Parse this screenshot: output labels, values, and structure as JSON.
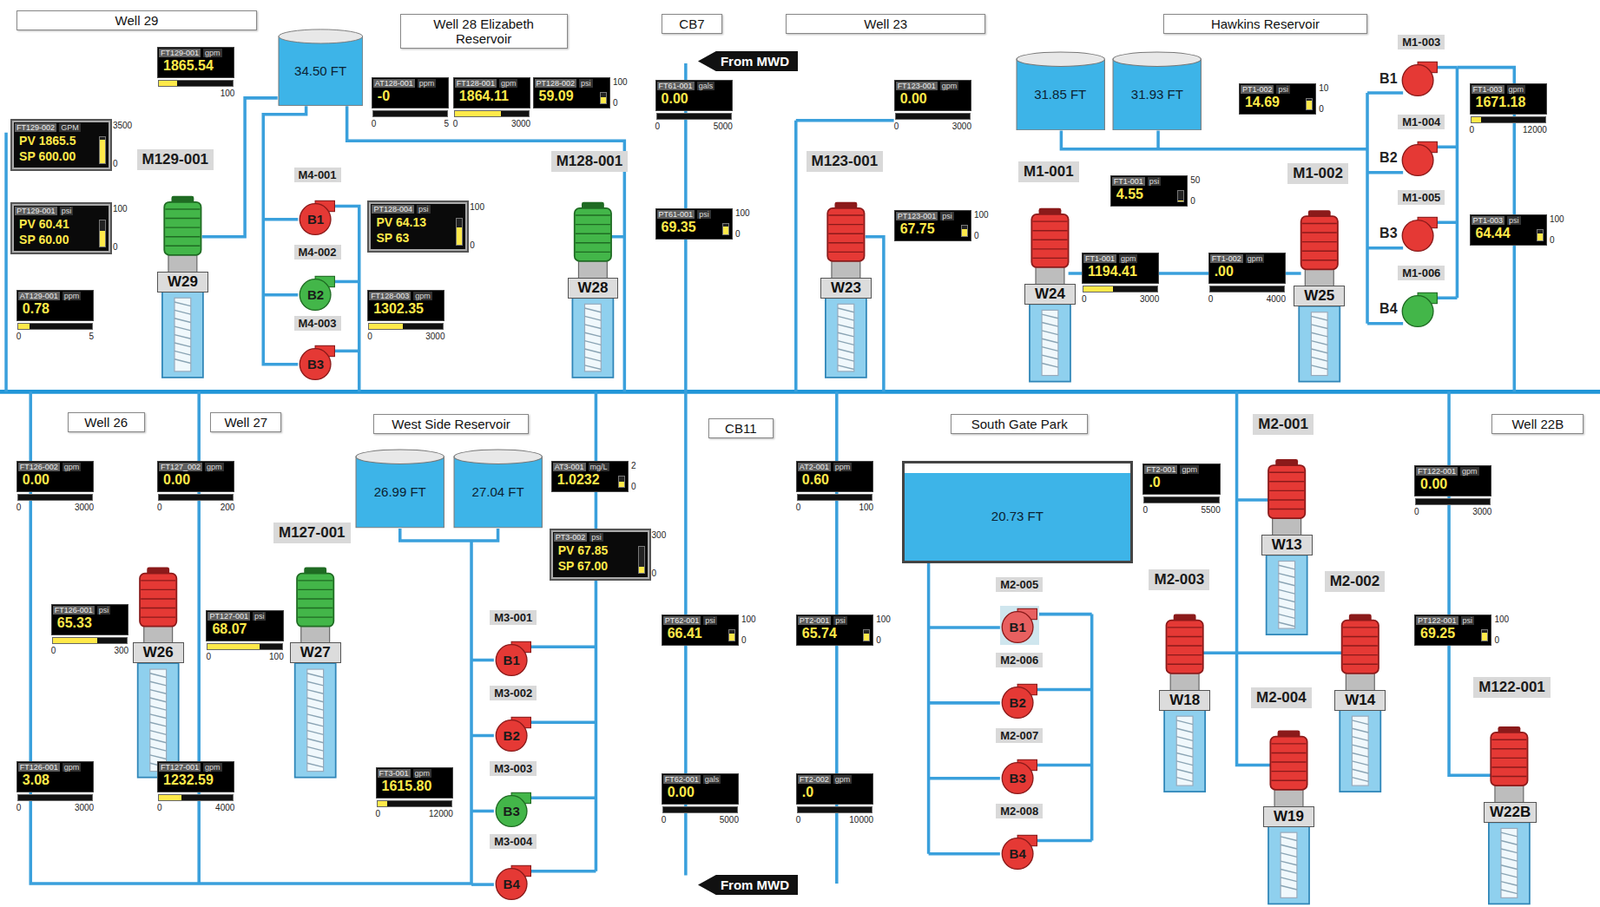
{
  "diagram": {
    "nodes": [
      {
        "text": [
          "Well 29"
        ]
      },
      {
        "text": [
          "Well 28 Elizabeth Reservoir"
        ]
      },
      {
        "text": [
          "CB7"
        ]
      },
      {
        "text": [
          "Well 23"
        ]
      },
      {
        "text": [
          "Hawkins Reservoir"
        ]
      },
      {
        "text": [
          "From MWD"
        ]
      },
      {
        "text": [
          "34.50 FT"
        ]
      },
      {
        "text": [
          "31.85 FT"
        ]
      },
      {
        "text": [
          "31.93 FT"
        ]
      },
      {
        "text": [
          "FT129-001",
          "gpm",
          "1865.54"
        ]
      },
      {
        "text": [
          "FT129-002",
          "GPM",
          "PV 1865.5",
          "SP 600.00"
        ]
      },
      {
        "text": [
          "PT129-001",
          "psi",
          "PV 60.41",
          "SP 60.00"
        ]
      },
      {
        "text": [
          "AT129-001",
          "ppm",
          "0.78"
        ]
      },
      {
        "text": [
          "M129-001"
        ]
      },
      {
        "text": [
          "W29"
        ]
      },
      {
        "text": [
          "AT128-001",
          "ppm",
          "-0"
        ]
      },
      {
        "text": [
          "FT128-001",
          "gpm",
          "1864.11"
        ]
      },
      {
        "text": [
          "PT128-002",
          "psi",
          "59.09"
        ]
      },
      {
        "text": [
          "M4-001"
        ]
      },
      {
        "text": [
          "B1"
        ]
      },
      {
        "text": [
          "M4-002"
        ]
      },
      {
        "text": [
          "B2"
        ]
      },
      {
        "text": [
          "M4-003"
        ]
      },
      {
        "text": [
          "B3"
        ]
      },
      {
        "text": [
          "PT128-004",
          "psi",
          "PV 64.13",
          "SP 63"
        ]
      },
      {
        "text": [
          "FT128-003",
          "gpm",
          "1302.35"
        ]
      },
      {
        "text": [
          "M128-001"
        ]
      },
      {
        "text": [
          "W28"
        ]
      },
      {
        "text": [
          "FT61-001",
          "gals",
          "0.00"
        ]
      },
      {
        "text": [
          "PT61-001",
          "psi",
          "69.35"
        ]
      },
      {
        "text": [
          "FT123-001",
          "gpm",
          "0.00"
        ]
      },
      {
        "text": [
          "M123-001"
        ]
      },
      {
        "text": [
          "W23"
        ]
      },
      {
        "text": [
          "PT123-001",
          "psi",
          "67.75"
        ]
      },
      {
        "text": [
          "M1-001"
        ]
      },
      {
        "text": [
          "W24"
        ]
      },
      {
        "text": [
          "FT1-001",
          "psi",
          "4.55"
        ]
      },
      {
        "text": [
          "FT1-001",
          "gpm",
          "1194.41"
        ]
      },
      {
        "text": [
          "FT1-002",
          "gpm",
          ".00"
        ]
      },
      {
        "text": [
          "PT1-002",
          "psi",
          "14.69"
        ]
      },
      {
        "text": [
          "M1-002"
        ]
      },
      {
        "text": [
          "W25"
        ]
      },
      {
        "text": [
          "M1-003"
        ]
      },
      {
        "text": [
          "B1"
        ]
      },
      {
        "text": [
          "M1-004"
        ]
      },
      {
        "text": [
          "B2"
        ]
      },
      {
        "text": [
          "M1-005"
        ]
      },
      {
        "text": [
          "B3"
        ]
      },
      {
        "text": [
          "M1-006"
        ]
      },
      {
        "text": [
          "B4"
        ]
      },
      {
        "text": [
          "FT1-003",
          "gpm",
          "1671.18"
        ]
      },
      {
        "text": [
          "PT1-003",
          "psi",
          "64.44"
        ]
      },
      {
        "text": [
          "Well 26"
        ]
      },
      {
        "text": [
          "Well 27"
        ]
      },
      {
        "text": [
          "West Side Reservoir"
        ]
      },
      {
        "text": [
          "CB11"
        ]
      },
      {
        "text": [
          "South Gate Park"
        ]
      },
      {
        "text": [
          "Well 22B"
        ]
      },
      {
        "text": [
          "26.99 FT"
        ]
      },
      {
        "text": [
          "27.04 FT"
        ]
      },
      {
        "text": [
          "20.73 FT"
        ]
      },
      {
        "text": [
          "FT126-002",
          "gpm",
          "0.00"
        ]
      },
      {
        "text": [
          "FT127_002",
          "gpm",
          "0.00"
        ]
      },
      {
        "text": [
          "M127-001"
        ]
      },
      {
        "text": [
          "FT126-001",
          "psi",
          "65.33"
        ]
      },
      {
        "text": [
          "W26"
        ]
      },
      {
        "text": [
          "PT127-001",
          "psi",
          "68.07"
        ]
      },
      {
        "text": [
          "W27"
        ]
      },
      {
        "text": [
          "FT126-001",
          "gpm",
          "3.08"
        ]
      },
      {
        "text": [
          "FT127-001",
          "gpm",
          "1232.59"
        ]
      },
      {
        "text": [
          "AT3-001",
          "mg/L",
          "1.0232"
        ]
      },
      {
        "text": [
          "PT3-002",
          "psi",
          "PV 67.85",
          "SP 67.00"
        ]
      },
      {
        "text": [
          "M3-001"
        ]
      },
      {
        "text": [
          "B1"
        ]
      },
      {
        "text": [
          "M3-002"
        ]
      },
      {
        "text": [
          "B2"
        ]
      },
      {
        "text": [
          "M3-003"
        ]
      },
      {
        "text": [
          "B3"
        ]
      },
      {
        "text": [
          "M3-004"
        ]
      },
      {
        "text": [
          "B4"
        ]
      },
      {
        "text": [
          "FT3-001",
          "gpm",
          "1615.80"
        ]
      },
      {
        "text": [
          "PT62-001",
          "psi",
          "66.41"
        ]
      },
      {
        "text": [
          "FT62-001",
          "gals",
          "0.00"
        ]
      },
      {
        "text": [
          "From MWD"
        ]
      },
      {
        "text": [
          "AT2-001",
          "ppm",
          "0.60"
        ]
      },
      {
        "text": [
          "PT2-001",
          "psi",
          "65.74"
        ]
      },
      {
        "text": [
          "FT2-002",
          "gpm",
          ".0"
        ]
      },
      {
        "text": [
          "FT2-001",
          "gpm",
          ".0"
        ]
      },
      {
        "text": [
          "M2-005"
        ]
      },
      {
        "text": [
          "B1"
        ]
      },
      {
        "text": [
          "M2-006"
        ]
      },
      {
        "text": [
          "B2"
        ]
      },
      {
        "text": [
          "M2-007"
        ]
      },
      {
        "text": [
          "B3"
        ]
      },
      {
        "text": [
          "M2-008"
        ]
      },
      {
        "text": [
          "B4"
        ]
      },
      {
        "text": [
          "M2-001"
        ]
      },
      {
        "text": [
          "W13"
        ]
      },
      {
        "text": [
          "M2-003"
        ]
      },
      {
        "text": [
          "W18"
        ]
      },
      {
        "text": [
          "M2-002"
        ]
      },
      {
        "text": [
          "W14"
        ]
      },
      {
        "text": [
          "M2-004"
        ]
      },
      {
        "text": [
          "W19"
        ]
      },
      {
        "text": [
          "FT122-001",
          "gpm",
          "0.00"
        ]
      },
      {
        "text": [
          "PT122-001",
          "psi",
          "69.25"
        ]
      },
      {
        "text": [
          "M122-001"
        ]
      },
      {
        "text": [
          "W22B"
        ]
      }
    ],
    "labels": [
      "100",
      "3500",
      "0",
      "100",
      "0",
      "0",
      "5",
      "0",
      "5",
      "0",
      "3000",
      "100",
      "0",
      "100",
      "0",
      "0",
      "3000",
      "0",
      "5000",
      "100",
      "0",
      "0",
      "3000",
      "100",
      "0",
      "50",
      "0",
      "0",
      "3000",
      "0",
      "4000",
      "10",
      "0",
      "0",
      "12000",
      "100",
      "0",
      "0",
      "3000",
      "0",
      "200",
      "0",
      "300",
      "0",
      "100",
      "0",
      "3000",
      "0",
      "4000",
      "2",
      "0",
      "300",
      "0",
      "0",
      "12000",
      "100",
      "0",
      "0",
      "5000",
      "0",
      "100",
      "100",
      "0",
      "0",
      "10000",
      "0",
      "5500",
      "0",
      "3000",
      "100",
      "0"
    ]
  }
}
